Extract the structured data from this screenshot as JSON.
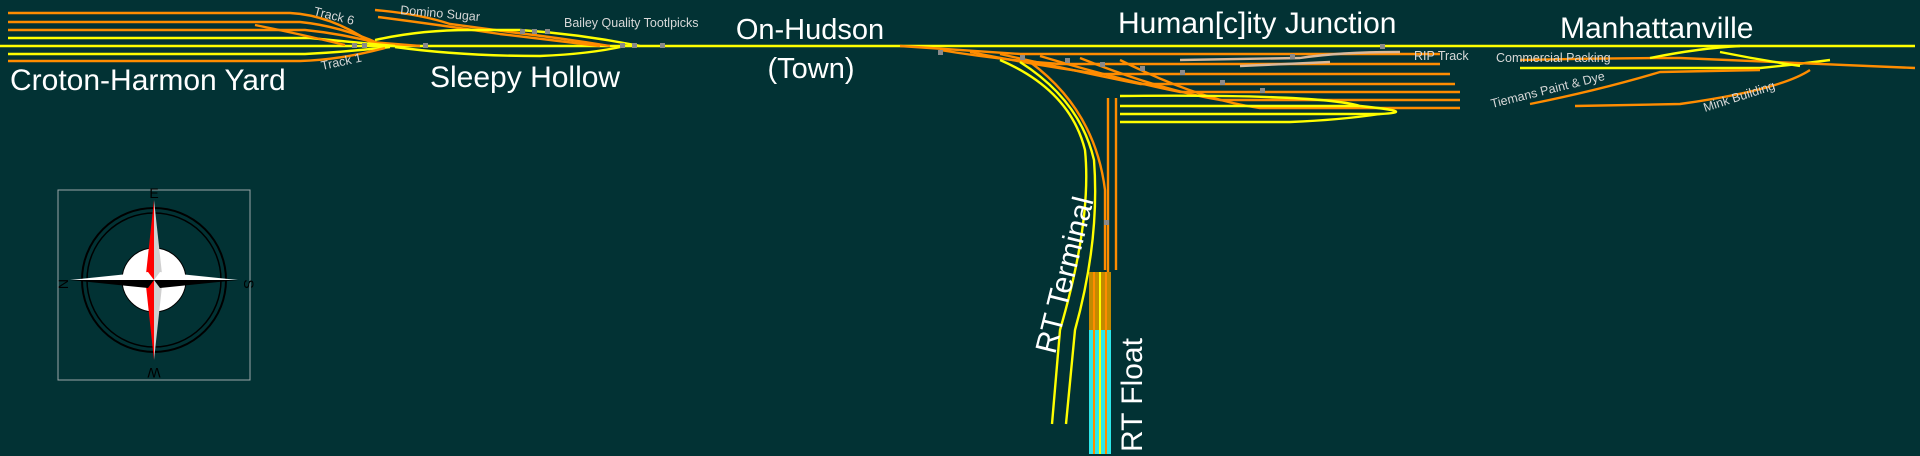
{
  "labels": {
    "croton": "Croton-Harmon Yard",
    "sleepy": "Sleepy Hollow",
    "onhudson_1": "On-Hudson",
    "onhudson_2": "(Town)",
    "human": "Human[c]ity Junction",
    "manhattanville": "Manhattanville",
    "rt_terminal": "RT Terminal",
    "rt_float": "RT Float",
    "track6": "Track 6",
    "track1": "Track 1",
    "domino": "Domino Sugar",
    "bailey": "Bailey Quality Tootlpicks",
    "rip": "RIP Track",
    "commercial": "Commercial Packing",
    "tiemans": "Tiemans Paint & Dye",
    "mink": "Mink Building"
  },
  "compass": {
    "letters": [
      "E",
      "N",
      "W",
      "S"
    ]
  },
  "colors": {
    "background": "#023234",
    "mainline": "#ffff00",
    "siding": "#ff8c00",
    "rip_track": "#d9b99b",
    "float": "#2de8e8",
    "float_deck": "#c28a00",
    "compass_needle": "#ff0000"
  }
}
